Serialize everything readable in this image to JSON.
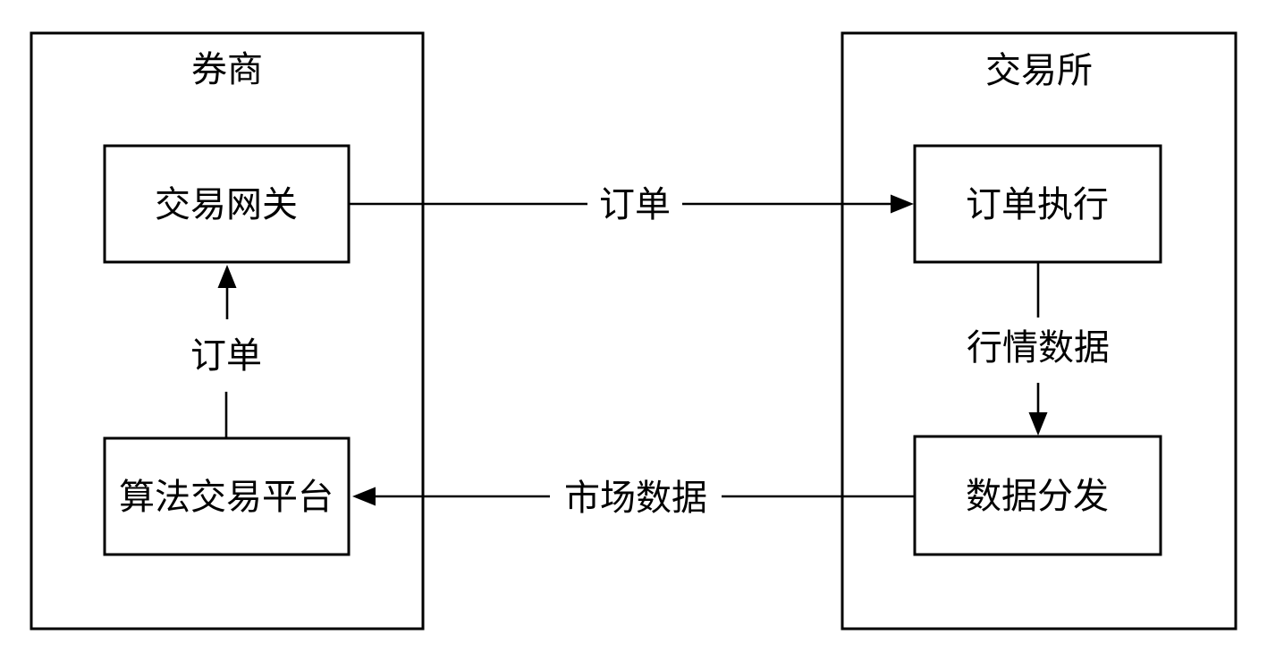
{
  "diagram": {
    "background_color": "#ffffff",
    "line_color": "#000000",
    "containers": [
      {
        "id": "broker",
        "title": "券商"
      },
      {
        "id": "exchange",
        "title": "交易所"
      }
    ],
    "nodes": {
      "trading_gateway": "交易网关",
      "algo_trading_platform": "算法交易平台",
      "order_execution": "订单执行",
      "data_distribution": "数据分发"
    },
    "edges": {
      "algo_to_gateway_label": "订单",
      "gateway_to_execution_label": "订单",
      "execution_to_distribution_label": "行情数据",
      "distribution_to_algo_label": "市场数据"
    }
  }
}
